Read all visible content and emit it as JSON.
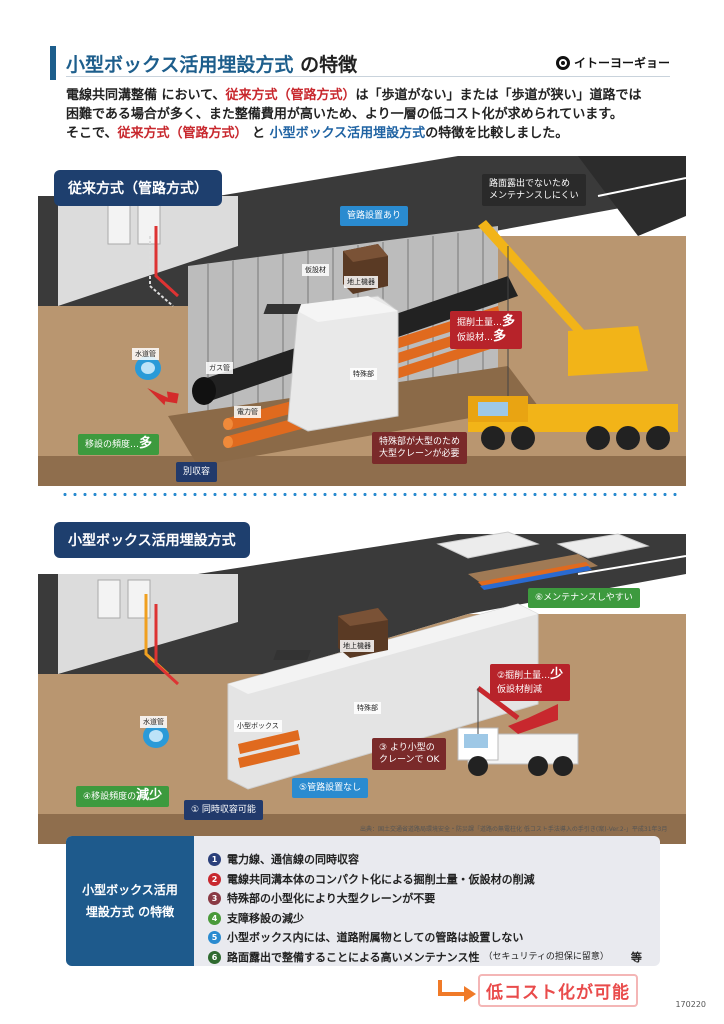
{
  "header": {
    "title_main": "小型ボックス活用埋設方式",
    "title_suffix": "の特徴",
    "logo_text": "イトーヨーギョー"
  },
  "intro": {
    "p1_a": "電線共同溝整備 において、",
    "p1_b": "従来方式（管路方式）",
    "p1_c": "は「歩道がない」または「歩道が狭い」道路では",
    "p2": "困難である場合が多く、また整備費用が高いため、より一層の低コスト化が求められています。",
    "p3_a": "そこで、",
    "p3_b": "従来方式（管路方式）",
    "p3_c": " と ",
    "p3_d": "小型ボックス活用埋設方式",
    "p3_e": "の特徴を比較しました。"
  },
  "conventional": {
    "section_label": "従来方式（管路方式）",
    "callouts": {
      "road_exposure": "路面露出でないため\nメンテナンスしにくい",
      "pipe_installed": "管路設置あり",
      "excavation_a": "掘削土量…",
      "excavation_b": "多",
      "temp_a": "仮設材…",
      "temp_b": "多",
      "relocation_a": "移設の頻度…",
      "relocation_b": "多",
      "separate": "別収容",
      "crane": "特殊部が大型のため\n大型クレーンが必要"
    },
    "labels": {
      "water_pipe": "水道管",
      "gas_pipe": "ガス管",
      "power_pipe": "電力管",
      "sheet_pile": "仮設材",
      "ground_equipment": "地上機器",
      "special_part": "特殊部"
    }
  },
  "smallbox": {
    "section_label": "小型ボックス活用埋設方式",
    "callouts": {
      "maintenance": "⑥メンテナンスしやすい",
      "excavation_a": "②掘削土量…",
      "excavation_b": "少",
      "temp": "仮設材削減",
      "crane": "③ より小型の\nクレーンで OK",
      "no_pipe": "⑤管路設置なし",
      "relocation_a": "④移設頻度の",
      "relocation_b": "減少",
      "simultaneous": "① 同時収容可能"
    },
    "labels": {
      "water_pipe": "水道管",
      "small_box": "小型ボックス",
      "ground_equipment": "地上機器",
      "special_part": "特殊部"
    }
  },
  "source_note": "出典：国土交通省道路局環境安全・防災課「道路の無電柱化 低コスト手法導入の手引き(案)-Ver.2-」平成31年3月",
  "features": {
    "label_line1": "小型ボックス活用",
    "label_line2a": "埋設方式",
    "label_line2b": " の特徴",
    "items": [
      {
        "num": "1",
        "text": "電力線、通信線の同時収容",
        "note": ""
      },
      {
        "num": "2",
        "text": "電線共同溝本体のコンパクト化による掘削土量・仮設材の削減",
        "note": ""
      },
      {
        "num": "3",
        "text": "特殊部の小型化により大型クレーンが不要",
        "note": ""
      },
      {
        "num": "4",
        "text": "支障移設の減少",
        "note": ""
      },
      {
        "num": "5",
        "text": "小型ボックス内には、道路附属物としての管路は設置しない",
        "note": ""
      },
      {
        "num": "6",
        "text": "路面露出で整備することによる高いメンテナンス性",
        "note": "（セキュリティの担保に留意）"
      }
    ],
    "etc": "等"
  },
  "conclusion": "低コスト化が可能",
  "doc_code": "170220",
  "colors": {
    "brand_blue": "#1d5e8c",
    "accent_red": "#c8282e",
    "callout_blue": "#2a8bd0",
    "callout_green": "#3d9a3e",
    "callout_navy": "#223a6b",
    "conclusion_red": "#e94b4b"
  }
}
